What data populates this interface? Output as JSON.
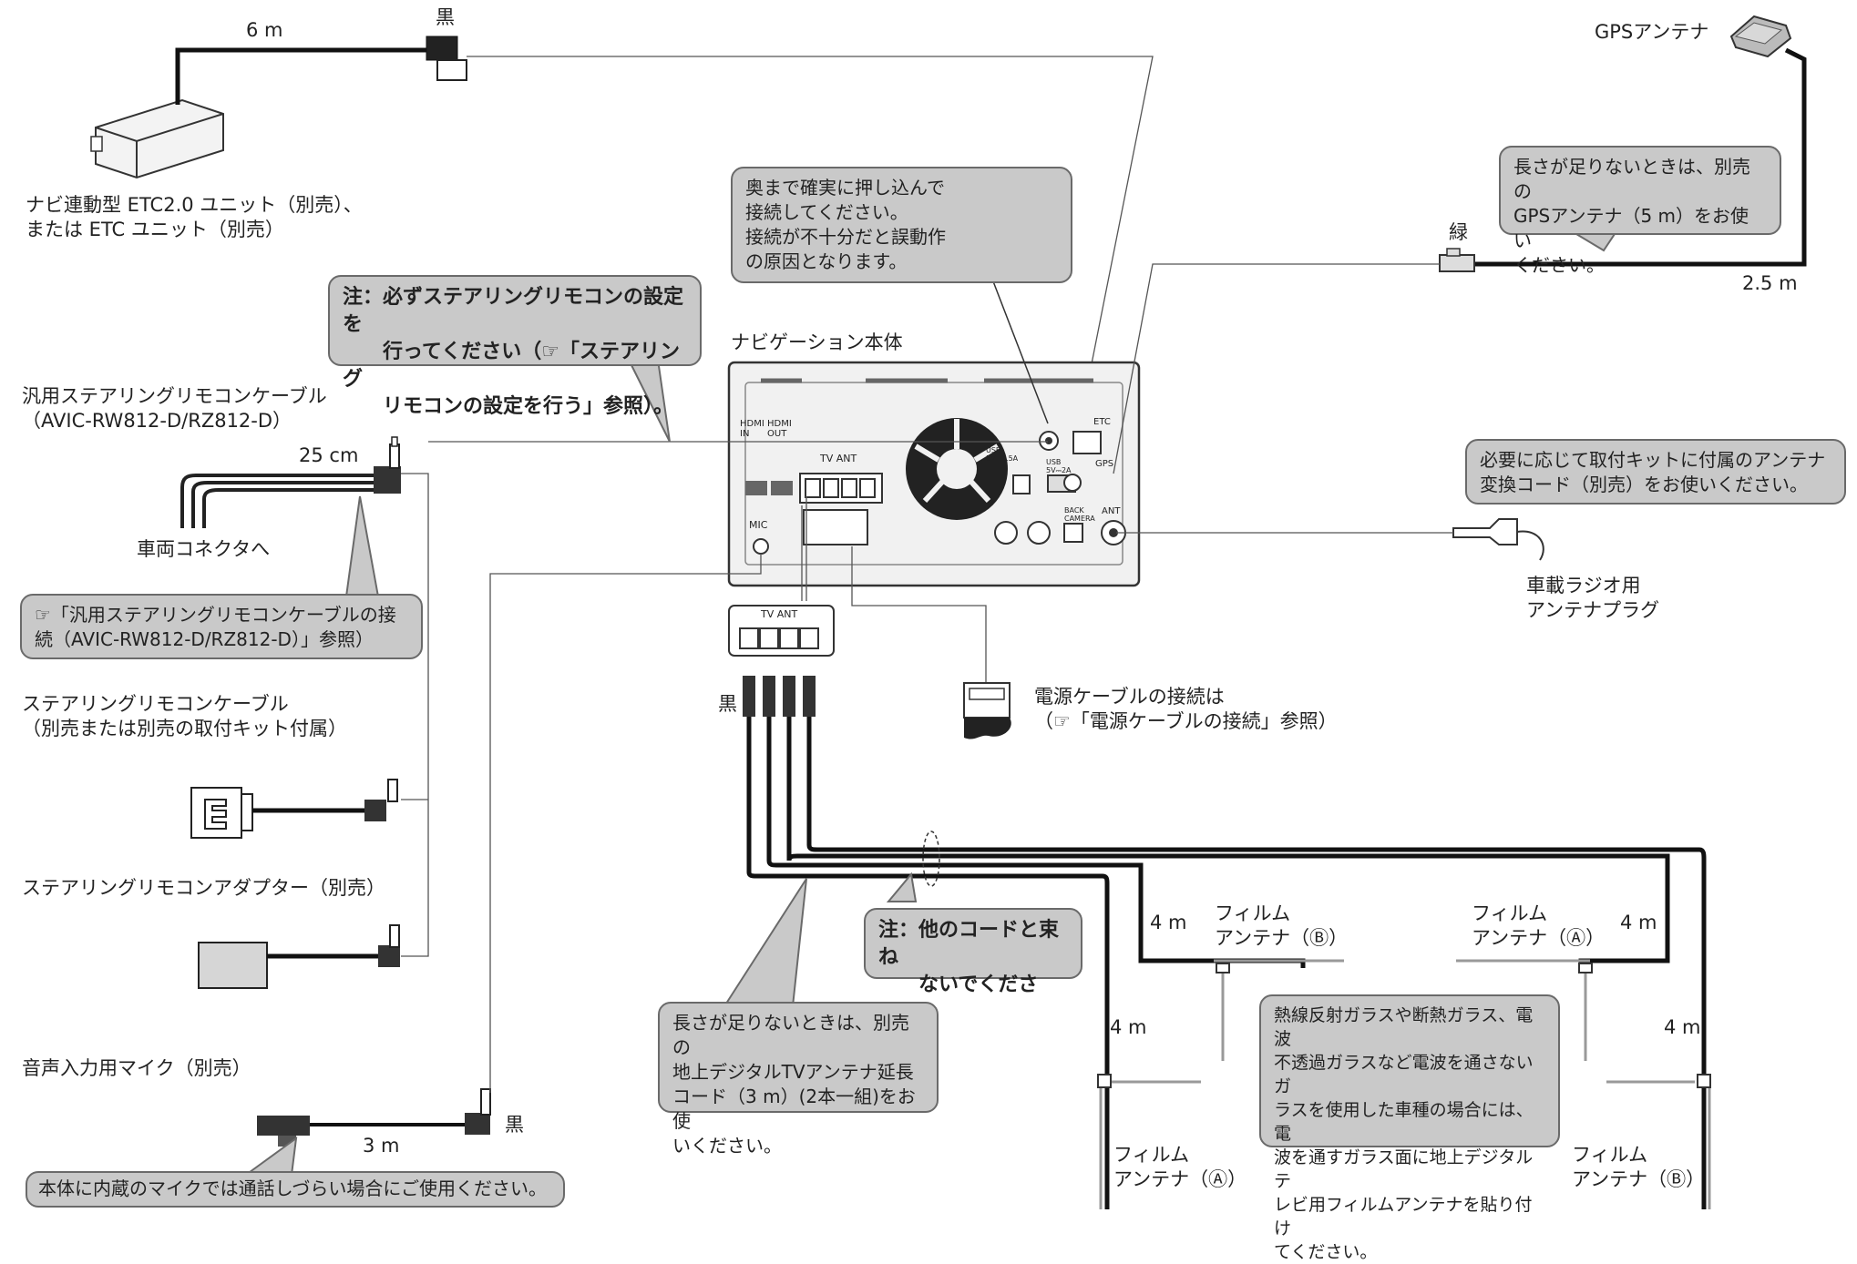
{
  "labels": {
    "etc_cable_len": "6 m",
    "etc_connector_color": "黒",
    "etc_unit": "ナビ連動型 ETC2.0 ユニット（別売）、\nまたは ETC ユニット（別売）",
    "gps_antenna": "GPSアンテナ",
    "gps_connector_color": "緑",
    "gps_cable_len": "2.5 m",
    "nav_unit": "ナビゲーション本体",
    "remote_cable": "汎用ステアリングリモコンケーブル\n（AVIC-RW812-D/RZ812-D）",
    "remote_cable_len": "25 cm",
    "vehicle_connector": "車両コネクタへ",
    "steering_cable": "ステアリングリモコンケーブル\n（別売または別売の取付キット付属）",
    "steering_adapter": "ステアリングリモコンアダプター（別売）",
    "mic": "音声入力用マイク（別売）",
    "mic_len": "3 m",
    "mic_connector_color": "黒",
    "tv_connector_color": "黒",
    "power_cable": "電源ケーブルの接続は\n（☞「電源ケーブルの接続」参照）",
    "radio_plug": "車載ラジオ用\nアンテナプラグ",
    "film_b_top": "フィルム\nアンテナ（Ⓑ）",
    "film_a_top": "フィルム\nアンテナ（Ⓐ）",
    "film_a_bottom": "フィルム\nアンテナ（Ⓐ）",
    "film_b_bottom": "フィルム\nアンテナ（Ⓑ）",
    "len_4m_1": "4 m",
    "len_4m_2": "4 m",
    "len_4m_3": "4 m",
    "len_4m_4": "4 m",
    "hdmi_in": "HDMI\nIN",
    "hdmi_out": "HDMI\nOUT",
    "tv_ant": "TV ANT",
    "tv_ant_box": "TV ANT",
    "mic_port": "MIC",
    "usb1": "USB\n5V⎓1.5A",
    "usb2": "USB\n5V⎓2A",
    "etc_port": "ETC",
    "gps_port": "GPS",
    "back_camera": "BACK\nCAMERA",
    "ant_port": "ANT"
  },
  "callouts": {
    "push_in": "奥まで確実に押し込んで\n接続してください。\n接続が不十分だと誤動作\nの原因となります。",
    "steering_note": "注：必ずステアリングリモコンの設定を\n　　行ってください（☞「ステアリング\n　　リモコンの設定を行う」参照）。",
    "gps_ext": "長さが足りないときは、別売の\nGPSアンテナ（5 m）をお使い\nください。",
    "conv_cord": "必要に応じて取付キットに付属のアンテナ\n変換コード（別売）をお使いください。",
    "remote_ref": "☞「汎用ステアリングリモコンケーブルの接\n続（AVIC-RW812-D/RZ812-D）」参照）",
    "no_bundle": "注：他のコードと束ね\n　　ないでください。",
    "tv_ext": "長さが足りないときは、別売の\n地上デジタルTVアンテナ延長\nコード（3 m）(2本一組)をお使\nいください。",
    "glass_note": "熱線反射ガラスや断熱ガラス、電波\n不透過ガラスなど電波を通さないガ\nラスを使用した車種の場合には、電\n波を通すガラス面に地上デジタルテ\nレビ用フィルムアンテナを貼り付け\nてください。",
    "mic_note": "本体に内蔵のマイクでは通話しづらい場合にご使用ください。"
  }
}
